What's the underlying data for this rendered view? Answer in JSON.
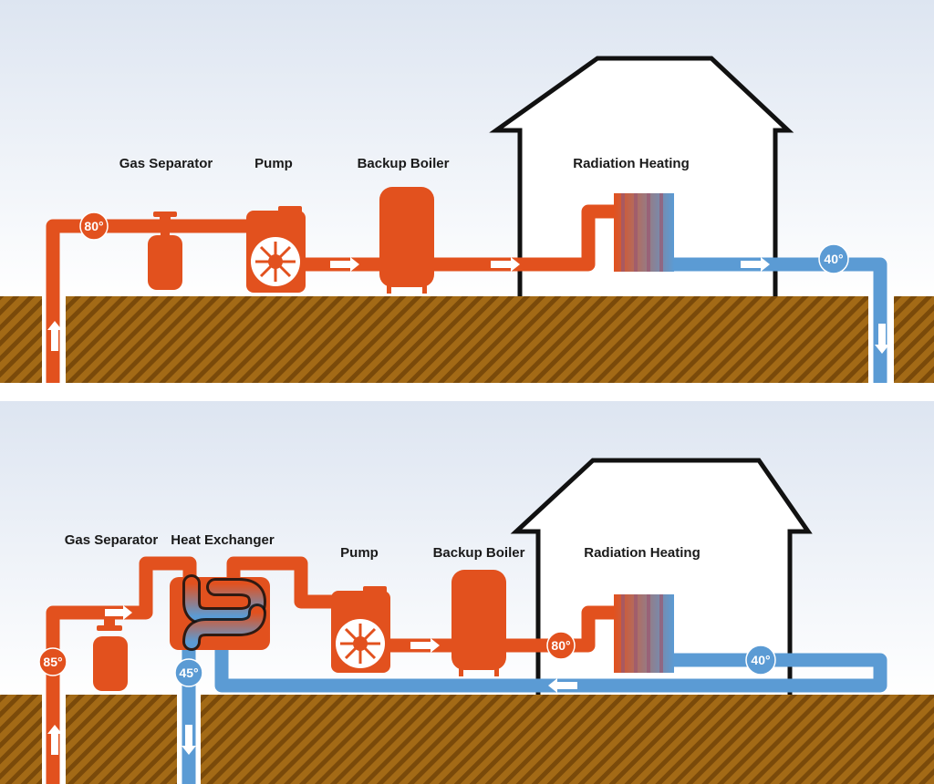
{
  "colors": {
    "hot": "#e2511e",
    "cold": "#5b9bd4",
    "ground": "#a36a16",
    "ground_stripe": "#7a4a0a",
    "sky_top": "#dde5f1",
    "house_outline": "#111111",
    "arrow": "#ffffff"
  },
  "top": {
    "labels": {
      "gas_separator": "Gas Separator",
      "pump": "Pump",
      "backup_boiler": "Backup Boiler",
      "radiation_heating": "Radiation Heating"
    },
    "temps": {
      "supply": "80°",
      "return": "40°"
    }
  },
  "bottom": {
    "labels": {
      "gas_separator": "Gas Separator",
      "heat_exchanger": "Heat Exchanger",
      "pump": "Pump",
      "backup_boiler": "Backup Boiler",
      "radiation_heating": "Radiation Heating"
    },
    "temps": {
      "well_supply": "85°",
      "well_return": "45°",
      "supply": "80°",
      "return": "40°"
    }
  }
}
